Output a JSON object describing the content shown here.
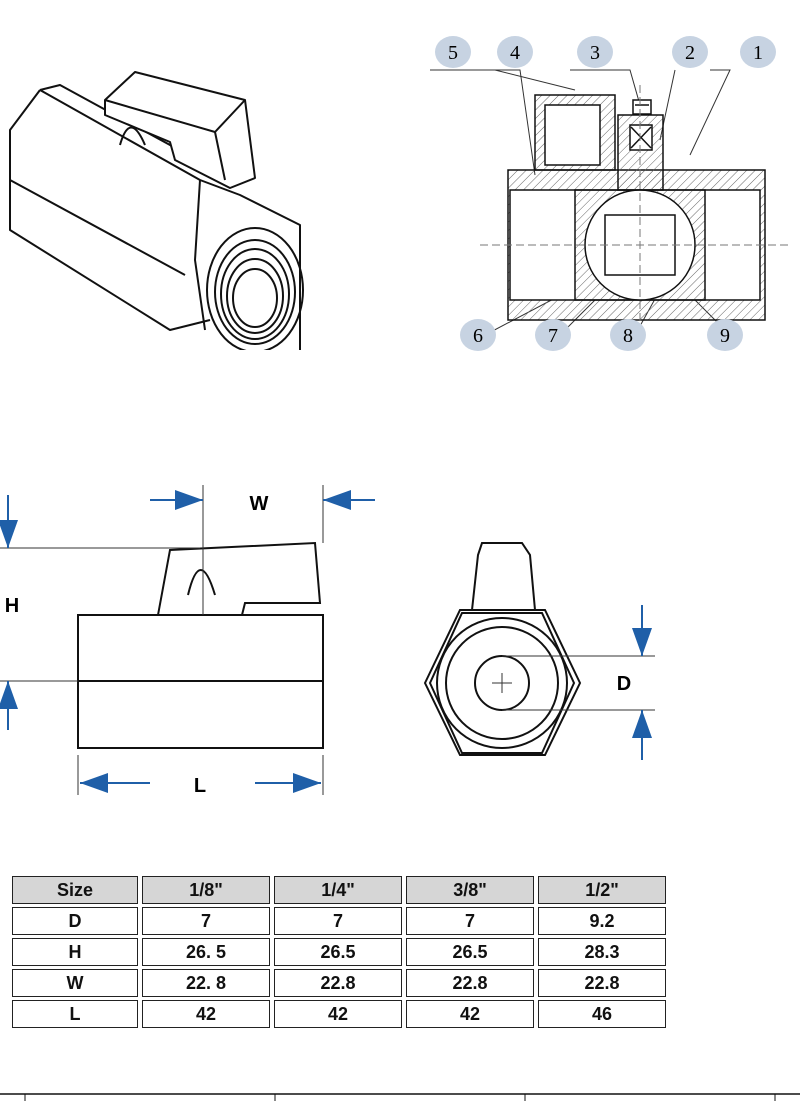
{
  "callouts": [
    "5",
    "4",
    "3",
    "2",
    "1",
    "6",
    "7",
    "8",
    "9"
  ],
  "dimensions": {
    "w": "W",
    "h": "H",
    "d": "D",
    "l": "L"
  },
  "table": {
    "header": [
      "Size",
      "1/8\"",
      "1/4\"",
      "3/8\"",
      "1/2\""
    ],
    "rows": [
      [
        "D",
        "7",
        "7",
        "7",
        "9.2"
      ],
      [
        "H",
        "26. 5",
        "26.5",
        "26.5",
        "28.3"
      ],
      [
        "W",
        "22. 8",
        "22.8",
        "22.8",
        "22.8"
      ],
      [
        "L",
        "42",
        "42",
        "42",
        "46"
      ]
    ]
  },
  "colors": {
    "arrow": "#1f5fa8",
    "bubble": "#c7d3e2",
    "hatch": "#555555"
  }
}
